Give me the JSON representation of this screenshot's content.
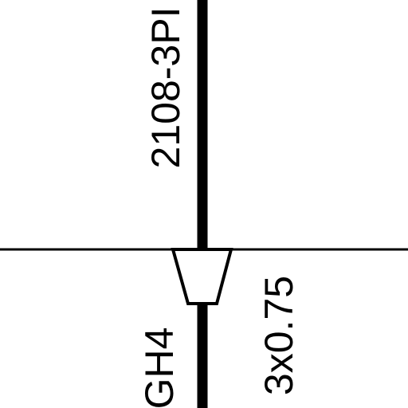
{
  "diagram": {
    "cable_label_upper": "2108-3PI",
    "cable_label_lower_left": "GH4",
    "cable_spec_lower_right": "3x0.75",
    "line_color": "#000000",
    "background_color": "#ffffff"
  }
}
